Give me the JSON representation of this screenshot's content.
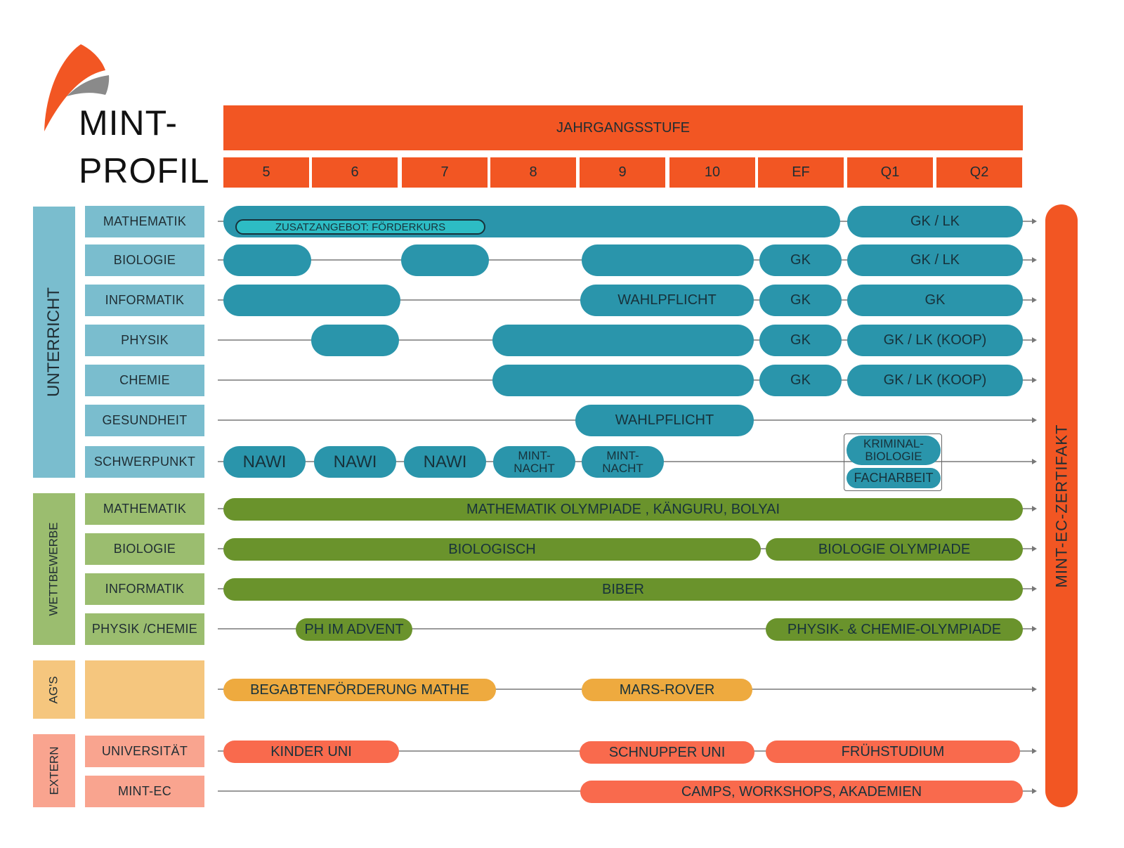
{
  "title": {
    "line1": "MINT-",
    "line2": "PROFIL"
  },
  "header": {
    "title": "JAHRGANGSSTUFE",
    "grades": [
      "5",
      "6",
      "7",
      "8",
      "9",
      "10",
      "EF",
      "Q1",
      "Q2"
    ]
  },
  "certificate": "MINT-EC-ZERTIFAKT",
  "groups": [
    {
      "label": "UNTERRICHT",
      "color": "#7abdce"
    },
    {
      "label": "WETTBEWERBE",
      "color": "#9bbd6f"
    },
    {
      "label": "AG'S",
      "color": "#f5c67e"
    },
    {
      "label": "EXTERN",
      "color": "#f9a48f"
    }
  ],
  "rows": [
    {
      "label": "MATHEMATIK",
      "bars": [
        {
          "text": ""
        },
        {
          "text": "GK  / LK"
        }
      ]
    },
    {
      "label": "BIOLOGIE",
      "bars": [
        {
          "text": ""
        },
        {
          "text": ""
        },
        {
          "text": ""
        },
        {
          "text": "GK"
        },
        {
          "text": "GK  / LK"
        }
      ]
    },
    {
      "label": "INFORMATIK",
      "bars": [
        {
          "text": ""
        },
        {
          "text": "WAHLPFLICHT"
        },
        {
          "text": "GK"
        },
        {
          "text": "GK"
        }
      ]
    },
    {
      "label": "PHYSIK",
      "bars": [
        {
          "text": ""
        },
        {
          "text": ""
        },
        {
          "text": "GK"
        },
        {
          "text": "GK  / LK (KOOP)"
        }
      ]
    },
    {
      "label": "CHEMIE",
      "bars": [
        {
          "text": ""
        },
        {
          "text": "GK"
        },
        {
          "text": "GK  / LK (KOOP)"
        }
      ]
    },
    {
      "label": "GESUNDHEIT",
      "bars": [
        {
          "text": "WAHLPFLICHT"
        }
      ]
    },
    {
      "label": "SCHWERPUNKT",
      "bars": [
        {
          "text": "NAWI"
        },
        {
          "text": "NAWI"
        },
        {
          "text": "NAWI"
        },
        {
          "text": "MINT-\nNACHT"
        },
        {
          "text": "MINT-\nNACHT"
        },
        {
          "text": "KRIMINAL-\nBIOLOGIE"
        },
        {
          "text": "FACHARBEIT"
        }
      ]
    },
    {
      "label": "MATHEMATIK",
      "bars": [
        {
          "text": "MATHEMATIK OLYMPIADE , KÄNGURU, BOLYAI"
        }
      ]
    },
    {
      "label": "BIOLOGIE",
      "bars": [
        {
          "text": "BIOLOGISCH"
        },
        {
          "text": "BIOLOGIE OLYMPIADE"
        }
      ]
    },
    {
      "label": "INFORMATIK",
      "bars": [
        {
          "text": "BIBER"
        }
      ]
    },
    {
      "label": "PHYSIK /CHEMIE",
      "bars": [
        {
          "text": "PH IM ADVENT"
        },
        {
          "text": "PHYSIK- & CHEMIE-OLYMPIADE"
        }
      ]
    },
    {
      "label": "",
      "bars": [
        {
          "text": "BEGABTENFÖRDERUNG MATHE"
        },
        {
          "text": "MARS-ROVER"
        }
      ]
    },
    {
      "label": "UNIVERSITÄT",
      "bars": [
        {
          "text": "KINDER UNI"
        },
        {
          "text": "SCHNUPPER UNI"
        },
        {
          "text": "FRÜHSTUDIUM"
        }
      ]
    },
    {
      "label": "MINT-EC",
      "bars": [
        {
          "text": "CAMPS, WORKSHOPS, AKADEMIEN"
        }
      ]
    }
  ],
  "extra": {
    "zusatz": "ZUSATZANGEBOT: FÖRDERKURS"
  }
}
